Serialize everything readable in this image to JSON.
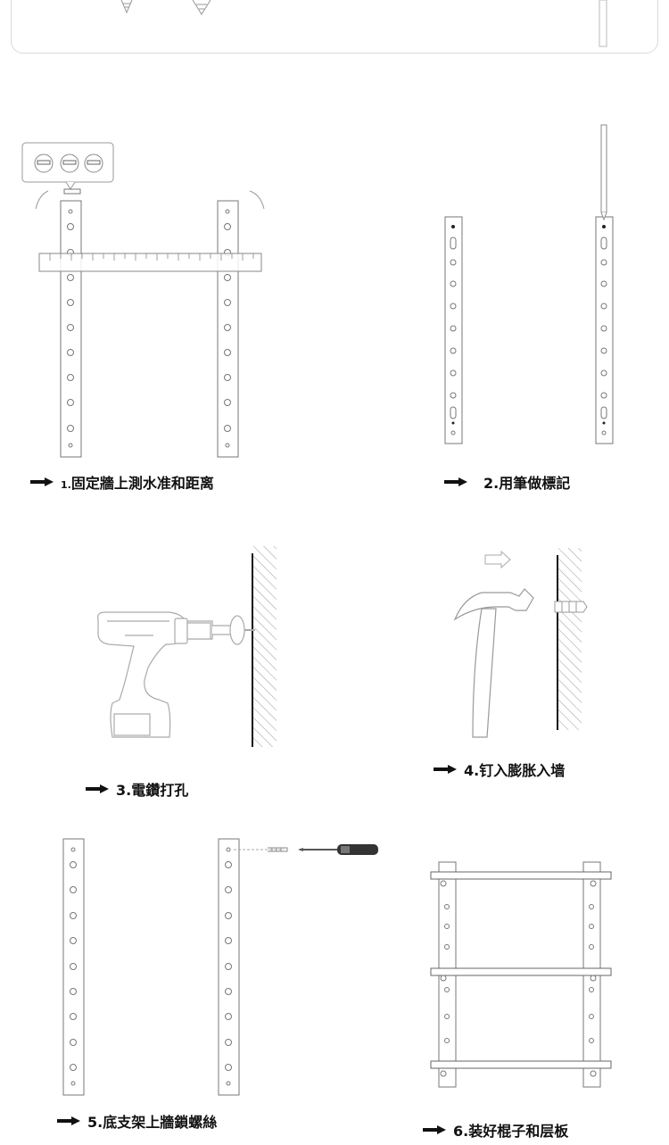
{
  "steps": [
    {
      "number": "1.",
      "label": "固定牆上測水准和距离"
    },
    {
      "number": "2.",
      "label": "用筆做標記"
    },
    {
      "number": "3.",
      "label": "電鑽打孔"
    },
    {
      "number": "4.",
      "label": "钉入膨胀入墙"
    },
    {
      "number": "5.",
      "label": "底支架上牆鎖螺絲"
    },
    {
      "number": "6.",
      "label": "装好棍子和层板"
    }
  ],
  "icons": [
    "ruler-icon",
    "drill-icon",
    "hammer-icon",
    "screwdriver-icon",
    "shelf-icon",
    "pencil-icon"
  ]
}
